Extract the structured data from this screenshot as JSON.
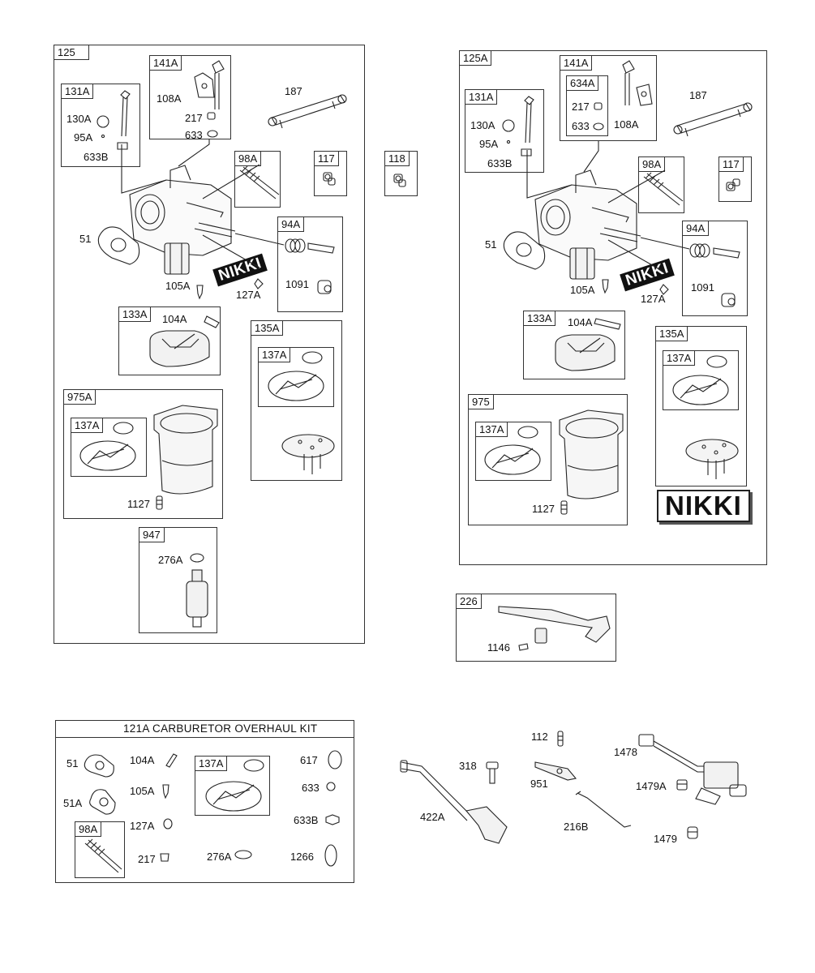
{
  "left_assembly": {
    "main": "125",
    "sub_131A": "131A",
    "p130A": "130A",
    "p95A": "95A",
    "p633B": "633B",
    "sub_141A": "141A",
    "p108A": "108A",
    "p217": "217",
    "p633": "633",
    "p187": "187",
    "sub_98A": "98A",
    "sub_117": "117",
    "p51": "51",
    "sub_94A": "94A",
    "p1091": "1091",
    "p105A": "105A",
    "p127A": "127A",
    "nikki": "NIKKI",
    "sub_133A": "133A",
    "p104A": "104A",
    "sub_135A": "135A",
    "sub_137A_135": "137A",
    "sub_975A": "975A",
    "sub_137A_975": "137A",
    "p1127": "1127",
    "sub_947": "947",
    "p276A": "276A"
  },
  "standalone_118": "118",
  "right_assembly": {
    "main": "125A",
    "sub_131A": "131A",
    "p130A": "130A",
    "p95A": "95A",
    "p633B": "633B",
    "sub_141A": "141A",
    "sub_634A": "634A",
    "p217": "217",
    "p633": "633",
    "p108A": "108A",
    "p187": "187",
    "sub_98A": "98A",
    "sub_117": "117",
    "p51": "51",
    "sub_94A": "94A",
    "p1091": "1091",
    "p105A": "105A",
    "p127A": "127A",
    "nikki": "NIKKI",
    "sub_133A": "133A",
    "p104A": "104A",
    "sub_135A": "135A",
    "sub_137A_135": "137A",
    "sub_975": "975",
    "sub_137A_975": "137A",
    "p1127": "1127",
    "nikki_big": "NIKKI"
  },
  "box_226": {
    "main": "226",
    "p1146": "1146"
  },
  "kit": {
    "title": "121A CARBURETOR OVERHAUL KIT",
    "p51": "51",
    "p51A": "51A",
    "sub_98A": "98A",
    "p104A": "104A",
    "p105A": "105A",
    "p127A": "127A",
    "p217": "217",
    "sub_137A": "137A",
    "p276A": "276A",
    "p617": "617",
    "p633": "633",
    "p633B": "633B",
    "p1266": "1266"
  },
  "loose": {
    "p112": "112",
    "p1478": "1478",
    "p318": "318",
    "p951": "951",
    "p1479A": "1479A",
    "p422A": "422A",
    "p216B": "216B",
    "p1479": "1479"
  }
}
